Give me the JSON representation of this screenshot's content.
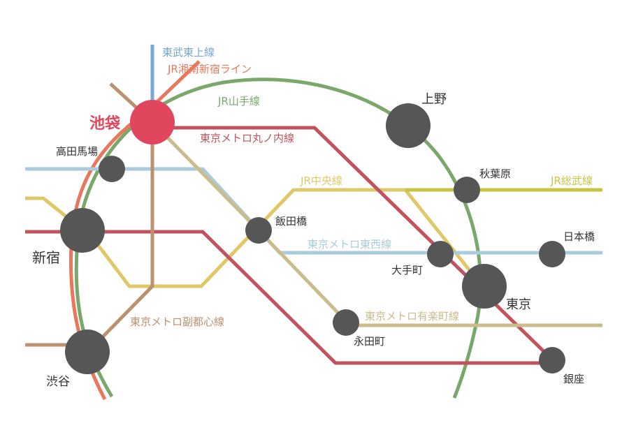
{
  "lines": {
    "tobu_tojo": {
      "label": "東武東上線",
      "color": "#76a7d6"
    },
    "jr_shonan_shinjuku": {
      "label": "JR湘南新宿ライン",
      "color": "#e8775b"
    },
    "jr_yamanote": {
      "label": "JR山手線",
      "color": "#7aa86a"
    },
    "marunouchi": {
      "label": "東京メトロ丸ノ内線",
      "color": "#c2535e"
    },
    "chuo": {
      "label": "JR中央線",
      "color": "#e0c868"
    },
    "sobu": {
      "label": "JR総武線",
      "color": "#c8c442"
    },
    "tozai": {
      "label": "東京メトロ東西線",
      "color": "#a9cbdb"
    },
    "yurakucho": {
      "label": "東京メトロ有楽町線",
      "color": "#cbbc8b"
    },
    "fukutoshin": {
      "label": "東京メトロ副都心線",
      "color": "#bc9170"
    },
    "ikebukuro_branch": {
      "color": "#bc9170"
    }
  },
  "stations": {
    "ikebukuro": {
      "label": "池袋",
      "color": "#e0465e",
      "label_color": "#e0465e"
    },
    "takadanobaba": {
      "label": "高田馬場"
    },
    "shinjuku": {
      "label": "新宿"
    },
    "shibuya": {
      "label": "渋谷"
    },
    "ueno": {
      "label": "上野"
    },
    "akihabara": {
      "label": "秋葉原"
    },
    "iidabashi": {
      "label": "飯田橋"
    },
    "otemachi": {
      "label": "大手町"
    },
    "nihonbashi": {
      "label": "日本橋"
    },
    "tokyo": {
      "label": "東京"
    },
    "nagatacho": {
      "label": "永田町"
    },
    "ginza": {
      "label": "銀座"
    }
  },
  "style": {
    "station_color": "#565656",
    "station_label_color": "#333333"
  }
}
